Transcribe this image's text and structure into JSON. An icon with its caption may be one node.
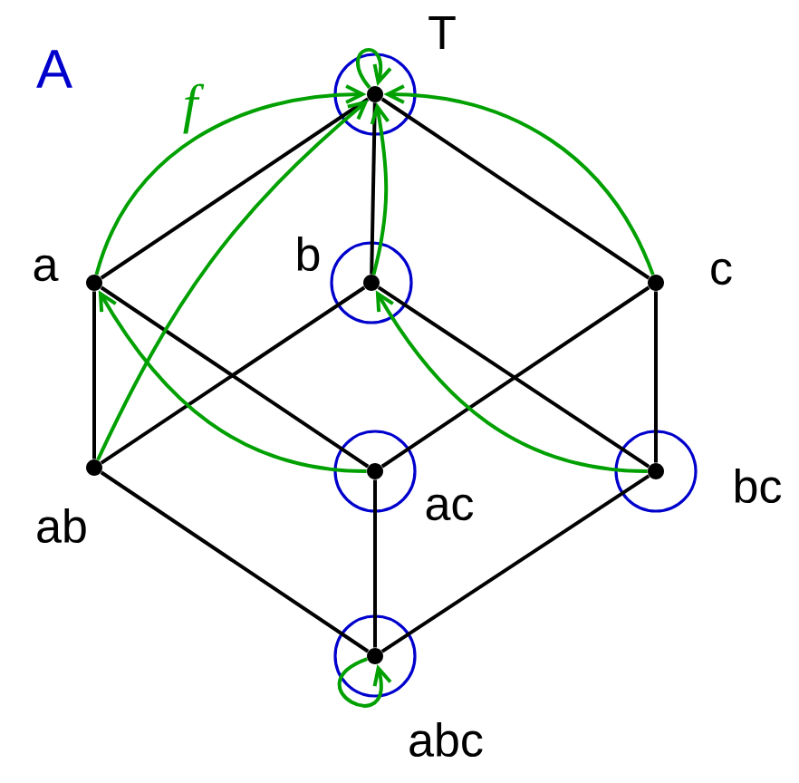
{
  "diagram": {
    "nodes": [
      {
        "text": [],
        "shape": "circle"
      },
      {
        "text": [
          "T"
        ],
        "in": 0
      },
      {
        "text": [
          "a"
        ]
      },
      {
        "text": [],
        "shape": "circle"
      },
      {
        "text": [
          "b"
        ],
        "in": 3
      },
      {
        "text": [
          "c"
        ]
      },
      {
        "text": [
          "ab"
        ]
      },
      {
        "text": [],
        "shape": "circle"
      },
      {
        "text": [
          "ac"
        ],
        "in": 7
      },
      {
        "text": [],
        "shape": "circle"
      },
      {
        "text": [
          "bc"
        ],
        "in": 9
      },
      {
        "text": [],
        "shape": "circle"
      },
      {
        "text": [
          "abc"
        ],
        "in": 11
      }
    ],
    "edges": [
      {
        "from": 1,
        "to": 2,
        "arrow": "none"
      },
      {
        "from": 1,
        "to": 4,
        "arrow": "none"
      },
      {
        "from": 1,
        "to": 5,
        "arrow": "none"
      },
      {
        "from": 2,
        "to": 6,
        "arrow": "none"
      },
      {
        "from": 2,
        "to": 8,
        "arrow": "none"
      },
      {
        "from": 4,
        "to": 6,
        "arrow": "none"
      },
      {
        "from": 4,
        "to": 10,
        "arrow": "none"
      },
      {
        "from": 5,
        "to": 8,
        "arrow": "none"
      },
      {
        "from": 5,
        "to": 10,
        "arrow": "none"
      },
      {
        "from": 6,
        "to": 12,
        "arrow": "none"
      },
      {
        "from": 8,
        "to": 12,
        "arrow": "none"
      },
      {
        "from": 10,
        "to": 12,
        "arrow": "none"
      },
      {
        "from": 2,
        "to": 1,
        "arrow": "to",
        "color": "#00a000",
        "label": "f"
      },
      {
        "from": 6,
        "to": 1,
        "arrow": "to",
        "color": "#00a000"
      },
      {
        "from": 8,
        "to": 2,
        "arrow": "to",
        "color": "#00a000"
      },
      {
        "from": 4,
        "to": 1,
        "arrow": "to",
        "color": "#00a000"
      },
      {
        "from": 10,
        "to": 4,
        "arrow": "to",
        "color": "#00a000"
      },
      {
        "from": 5,
        "to": 1,
        "arrow": "to",
        "color": "#00a000"
      },
      {
        "from": 1,
        "to": 1,
        "arrow": "to",
        "color": "#00a000"
      },
      {
        "from": 12,
        "to": 12,
        "arrow": "to",
        "color": "#00a000"
      }
    ],
    "labels": [
      "A"
    ]
  }
}
